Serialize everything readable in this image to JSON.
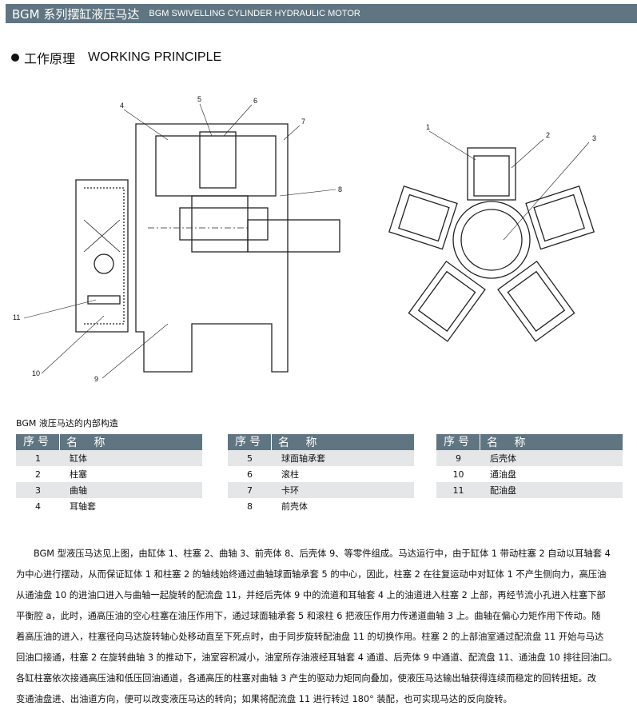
{
  "header": {
    "title_cn": "BGM 系列摆缸液压马达",
    "title_en": "BGM SWIVELLING CYLINDER HYDRAULIC MOTOR"
  },
  "section": {
    "title_cn": "工作原理",
    "title_en": "WORKING PRINCIPLE"
  },
  "figure_left": {
    "callouts": [
      "4",
      "5",
      "6",
      "7",
      "8",
      "11",
      "10",
      "9"
    ]
  },
  "figure_right": {
    "callouts": [
      "1",
      "2",
      "3"
    ]
  },
  "parts": {
    "caption": "BGM 液压马达的内部构造",
    "col_no": "序号",
    "col_name": "名 称",
    "tables": [
      [
        {
          "no": "1",
          "name": "缸体"
        },
        {
          "no": "2",
          "name": "柱塞"
        },
        {
          "no": "3",
          "name": "曲轴"
        },
        {
          "no": "4",
          "name": "耳轴套"
        }
      ],
      [
        {
          "no": "5",
          "name": "球面轴承套"
        },
        {
          "no": "6",
          "name": "滚柱"
        },
        {
          "no": "7",
          "name": "卡环"
        },
        {
          "no": "8",
          "name": "前壳体"
        }
      ],
      [
        {
          "no": "9",
          "name": "后壳体"
        },
        {
          "no": "10",
          "name": "通油盘"
        },
        {
          "no": "11",
          "name": "配油盘"
        },
        {
          "no": "",
          "name": ""
        }
      ]
    ]
  },
  "description": {
    "lines": [
      "BGM 型液压马达见上图，由缸体 1、柱塞 2、曲轴 3、前壳体 8、后壳体 9、等零件组成。马达运行中，由于缸体 1 带动柱塞 2 自动以耳轴套 4",
      "为中心进行摆动，从而保证缸体 1 和柱塞 2 的轴线始终通过曲轴球面轴承套 5 的中心，因此，柱塞 2 在往复运动中对缸体 1 不产生侧向力，高压油",
      "从通油盘 10 的进油口进入与曲轴一起旋转的配流盘 11，并经后壳体 9 中的流道和耳轴套 4 上的油道进入柱塞 2 上部，再经节流小孔进入柱塞下部",
      "平衡腔 a，此时，通高压油的空心柱塞在油压作用下，通过球面轴承套 5 和滚柱 6 把液压作用力传递道曲轴 3 上。曲轴在偏心力矩作用下传动。随",
      "着高压油的进入，柱塞径向马达旋转轴心处移动直至下死点时，由于同步旋转配油盘 11 的切换作用。柱塞 2 的上部油室通过配流盘 11 开始与马达",
      "回油口接通，柱塞 2 在旋转曲轴 3 的推动下，油室容积减小，油室所存油液经耳轴套 4 通道、后壳体 9 中通道、配流盘 11、通油盘 10 排往回油口。",
      "各缸柱塞依次接通高压油和低压回油通道，各通高压的柱塞对曲轴 3 产生的驱动力矩同向叠加，使液压马达输出轴获得连续而稳定的回转扭矩。改",
      "变通油盘进、出油道方向，便可以改变液压马达的转向；如果将配流盘 11 进行转过 180° 装配，也可实现马达的反向旋转。"
    ]
  }
}
